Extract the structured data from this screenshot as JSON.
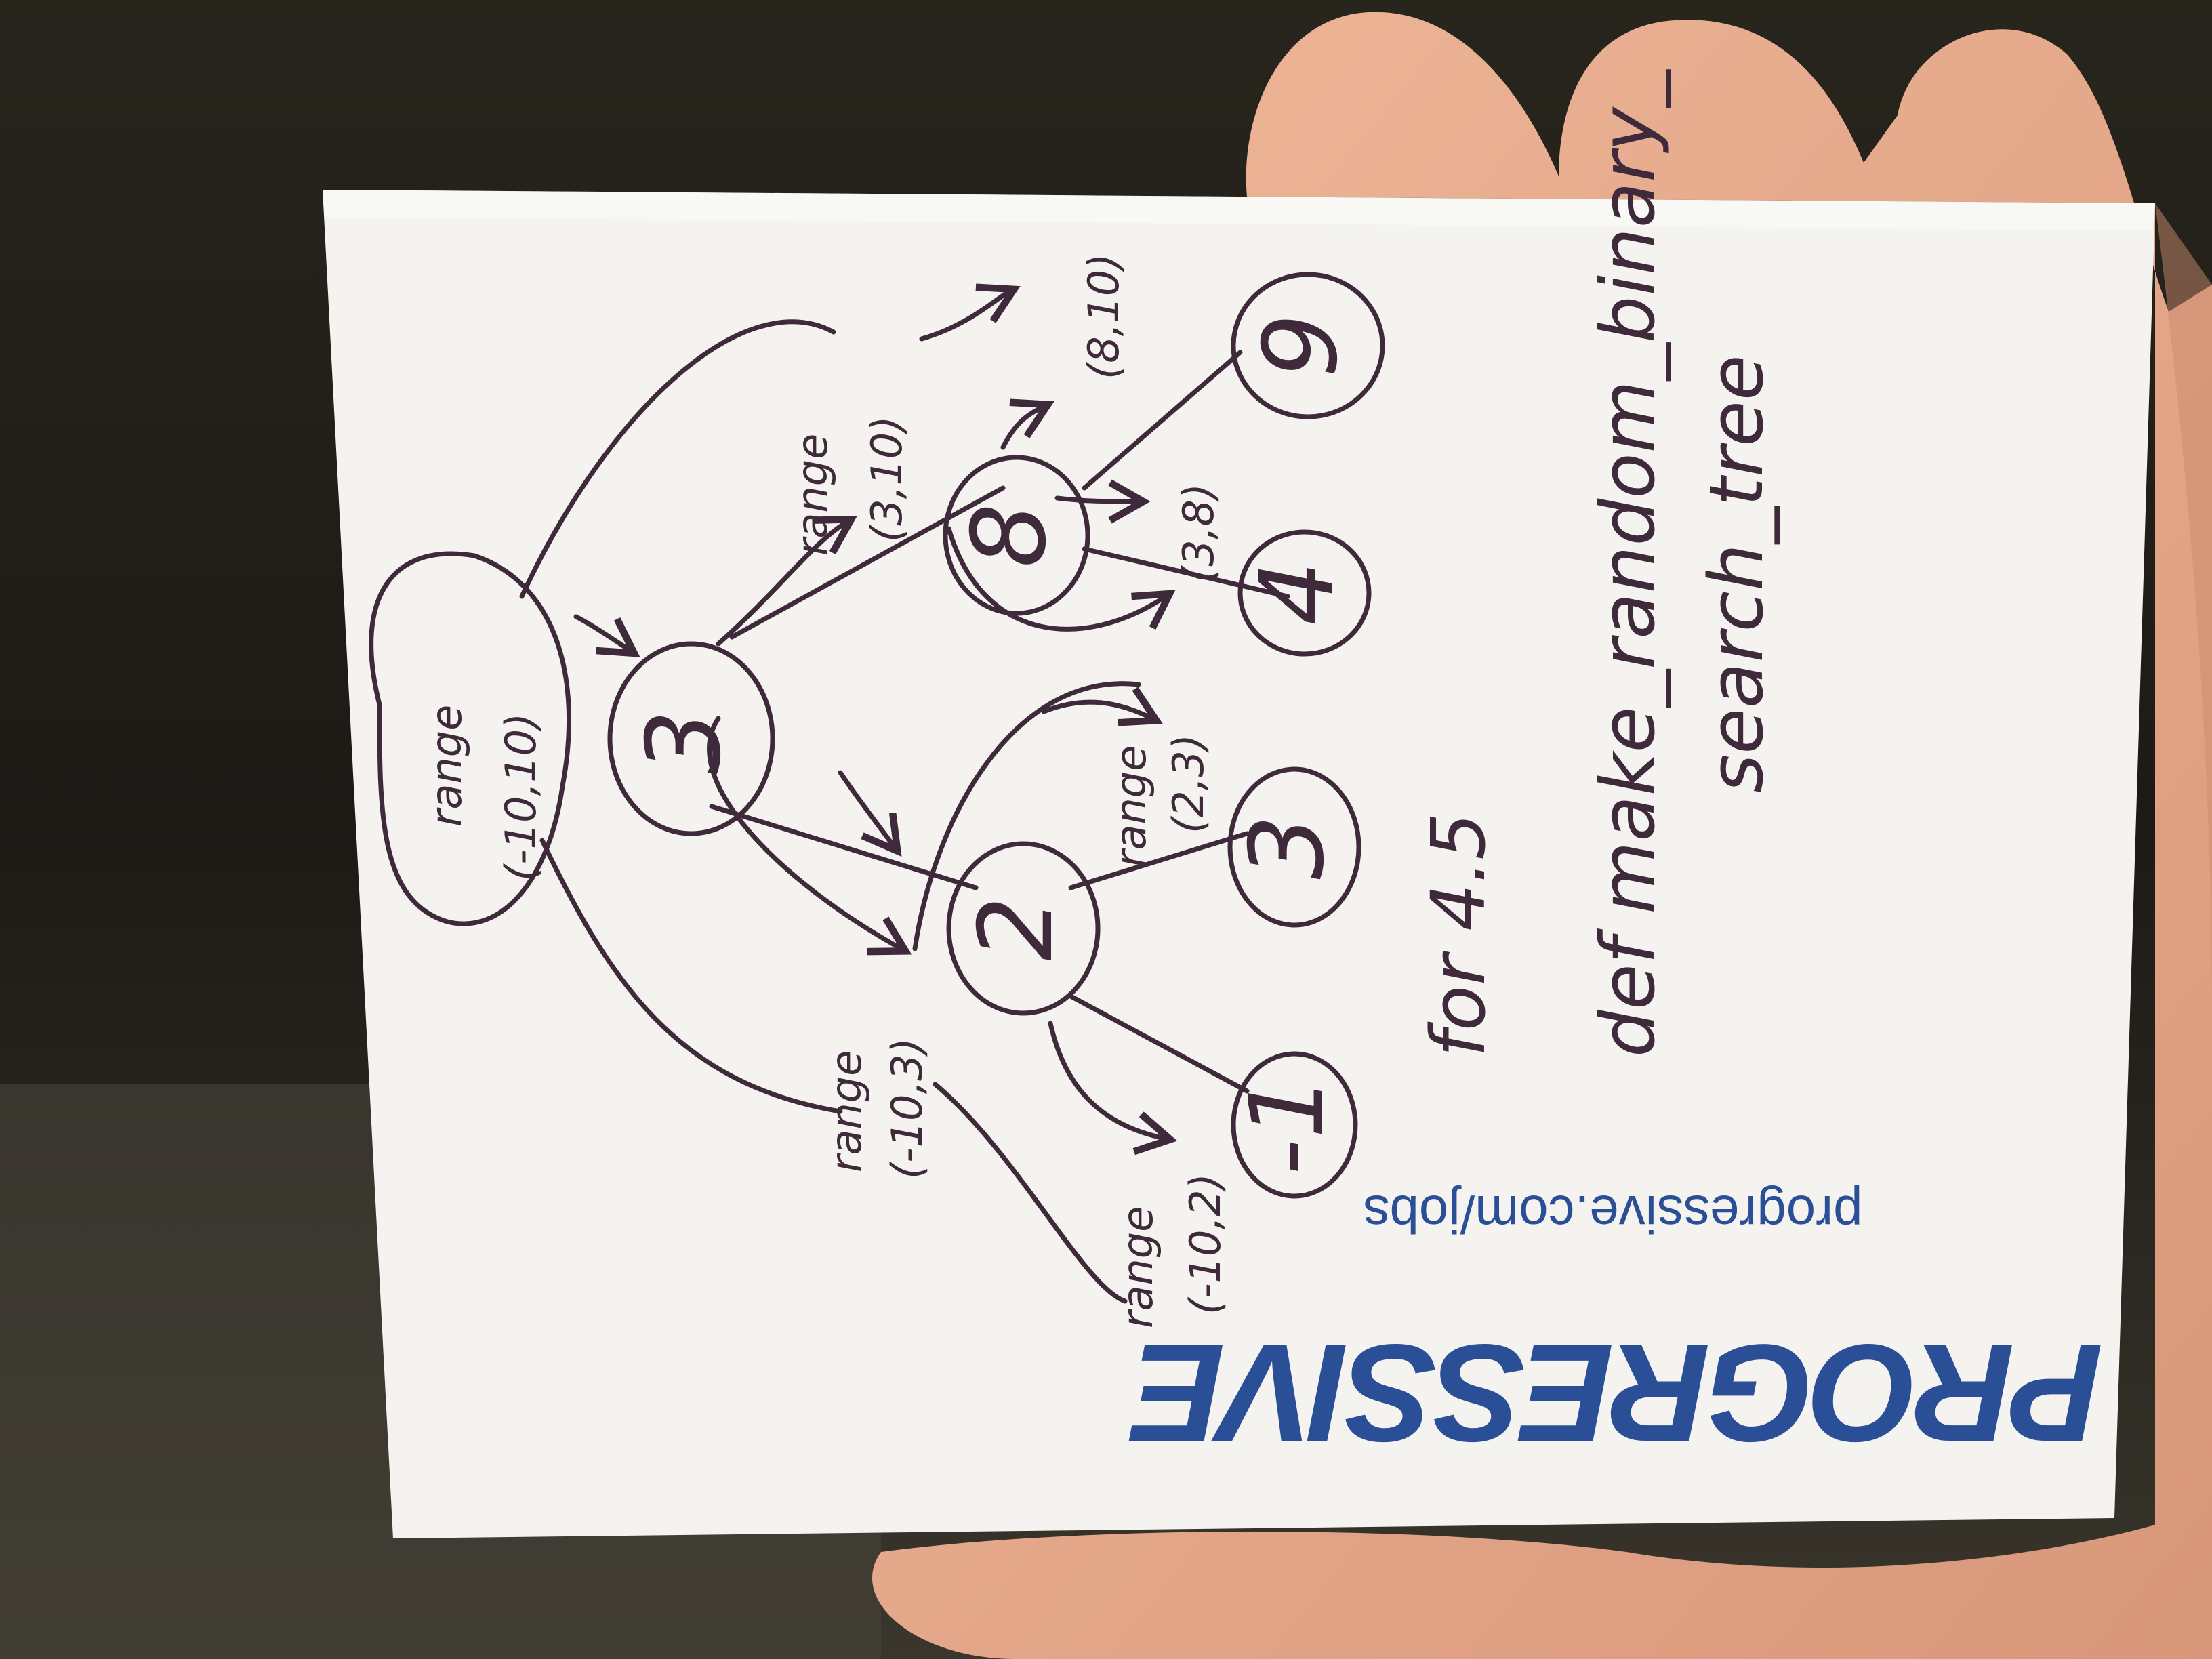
{
  "card": {
    "brand": "PROGRESSIVE",
    "url": "progressive.com/jobs",
    "brand_color": "#2b4f96",
    "ink_color": "#3e2a3a"
  },
  "tree": {
    "nodes": [
      {
        "id": "root",
        "value": "3"
      },
      {
        "id": "left",
        "value": "2"
      },
      {
        "id": "right",
        "value": "8"
      },
      {
        "id": "left-left",
        "value": "-1"
      },
      {
        "id": "left-right",
        "value": "3"
      },
      {
        "id": "right-left",
        "value": "4"
      },
      {
        "id": "right-right",
        "value": "9"
      }
    ],
    "range_labels": {
      "root_word": "range",
      "root_bounds": "(-10,10)",
      "left_word": "range",
      "left_bounds": "(-10,3)",
      "right_word": "range",
      "right_bounds": "(3,10)",
      "ll_word": "range",
      "ll_bounds": "(-10,2)",
      "lr_word": "range",
      "lr_bounds": "(2,3)",
      "rl_bounds": "(3,8)",
      "rr_bounds": "(8,10)"
    }
  },
  "notes": {
    "line1": "for 4.5",
    "line2": "def make_random_binary_",
    "line3": "search_tree"
  }
}
